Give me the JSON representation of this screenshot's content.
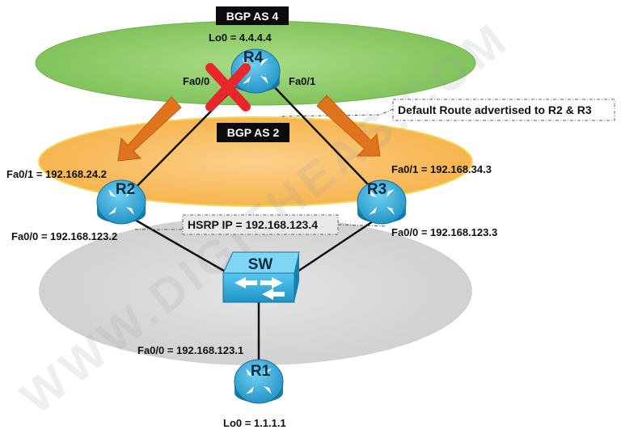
{
  "watermark": "WWW.DIGITHEAS.COM",
  "zones": {
    "as4_title": "BGP AS 4",
    "as2_title": "BGP AS 2"
  },
  "devices": {
    "r4": {
      "name": "R4",
      "loopback": "Lo0 = 4.4.4.4"
    },
    "r2": {
      "name": "R2"
    },
    "r3": {
      "name": "R3"
    },
    "sw": {
      "name": "SW"
    },
    "r1": {
      "name": "R1",
      "loopback": "Lo0 = 1.1.1.1"
    }
  },
  "interfaces": {
    "r4_fa00": "Fa0/0",
    "r4_fa01": "Fa0/1",
    "r2_fa01": "Fa0/1 = 192.168.24.2",
    "r2_fa00": "Fa0/0 = 192.168.123.2",
    "r3_fa01": "Fa0/1 = 192.168.34.3",
    "r3_fa00": "Fa0/0 = 192.168.123.3",
    "r1_fa00": "Fa0/0 = 192.168.123.1"
  },
  "callouts": {
    "default_route": "Default Route advertised to R2 & R3",
    "hsrp": "HSRP IP = 192.168.123.4"
  },
  "colors": {
    "as4_zone": "#8fcc6a",
    "as2_zone": "#f7b54e",
    "lan_zone": "#d4d4d4",
    "router_blue": "#2aa7d8",
    "arrow_orange": "#e0741e",
    "failure_red": "#e8262b"
  },
  "icons": {
    "router": "router-icon",
    "switch": "switch-icon",
    "failure": "x-mark-icon",
    "arrow": "arrow-icon"
  }
}
